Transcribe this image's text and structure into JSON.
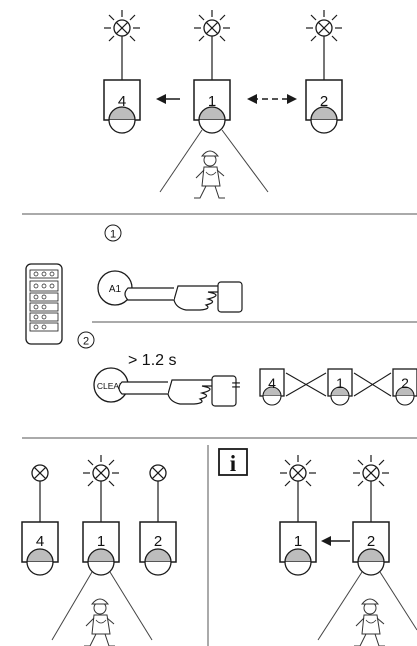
{
  "top": {
    "sensors": [
      {
        "label": "4"
      },
      {
        "label": "1"
      },
      {
        "label": "2"
      }
    ]
  },
  "mid": {
    "step1": {
      "marker": "1",
      "button": "A1"
    },
    "step2": {
      "marker": "2",
      "button": "CLEAR",
      "duration": "> 1.2 s",
      "equals": "=",
      "result_sensors": [
        {
          "label": "4"
        },
        {
          "label": "1"
        },
        {
          "label": "2"
        }
      ]
    }
  },
  "bottom": {
    "left_sensors": [
      {
        "label": "4"
      },
      {
        "label": "1"
      },
      {
        "label": "2"
      }
    ],
    "info": {
      "glyph": "i",
      "sensors": [
        {
          "label": "1"
        },
        {
          "label": "2"
        }
      ]
    }
  },
  "colors": {
    "stroke": "#1a1a1a",
    "dome": "#bdbdbd",
    "line": "#444444"
  }
}
